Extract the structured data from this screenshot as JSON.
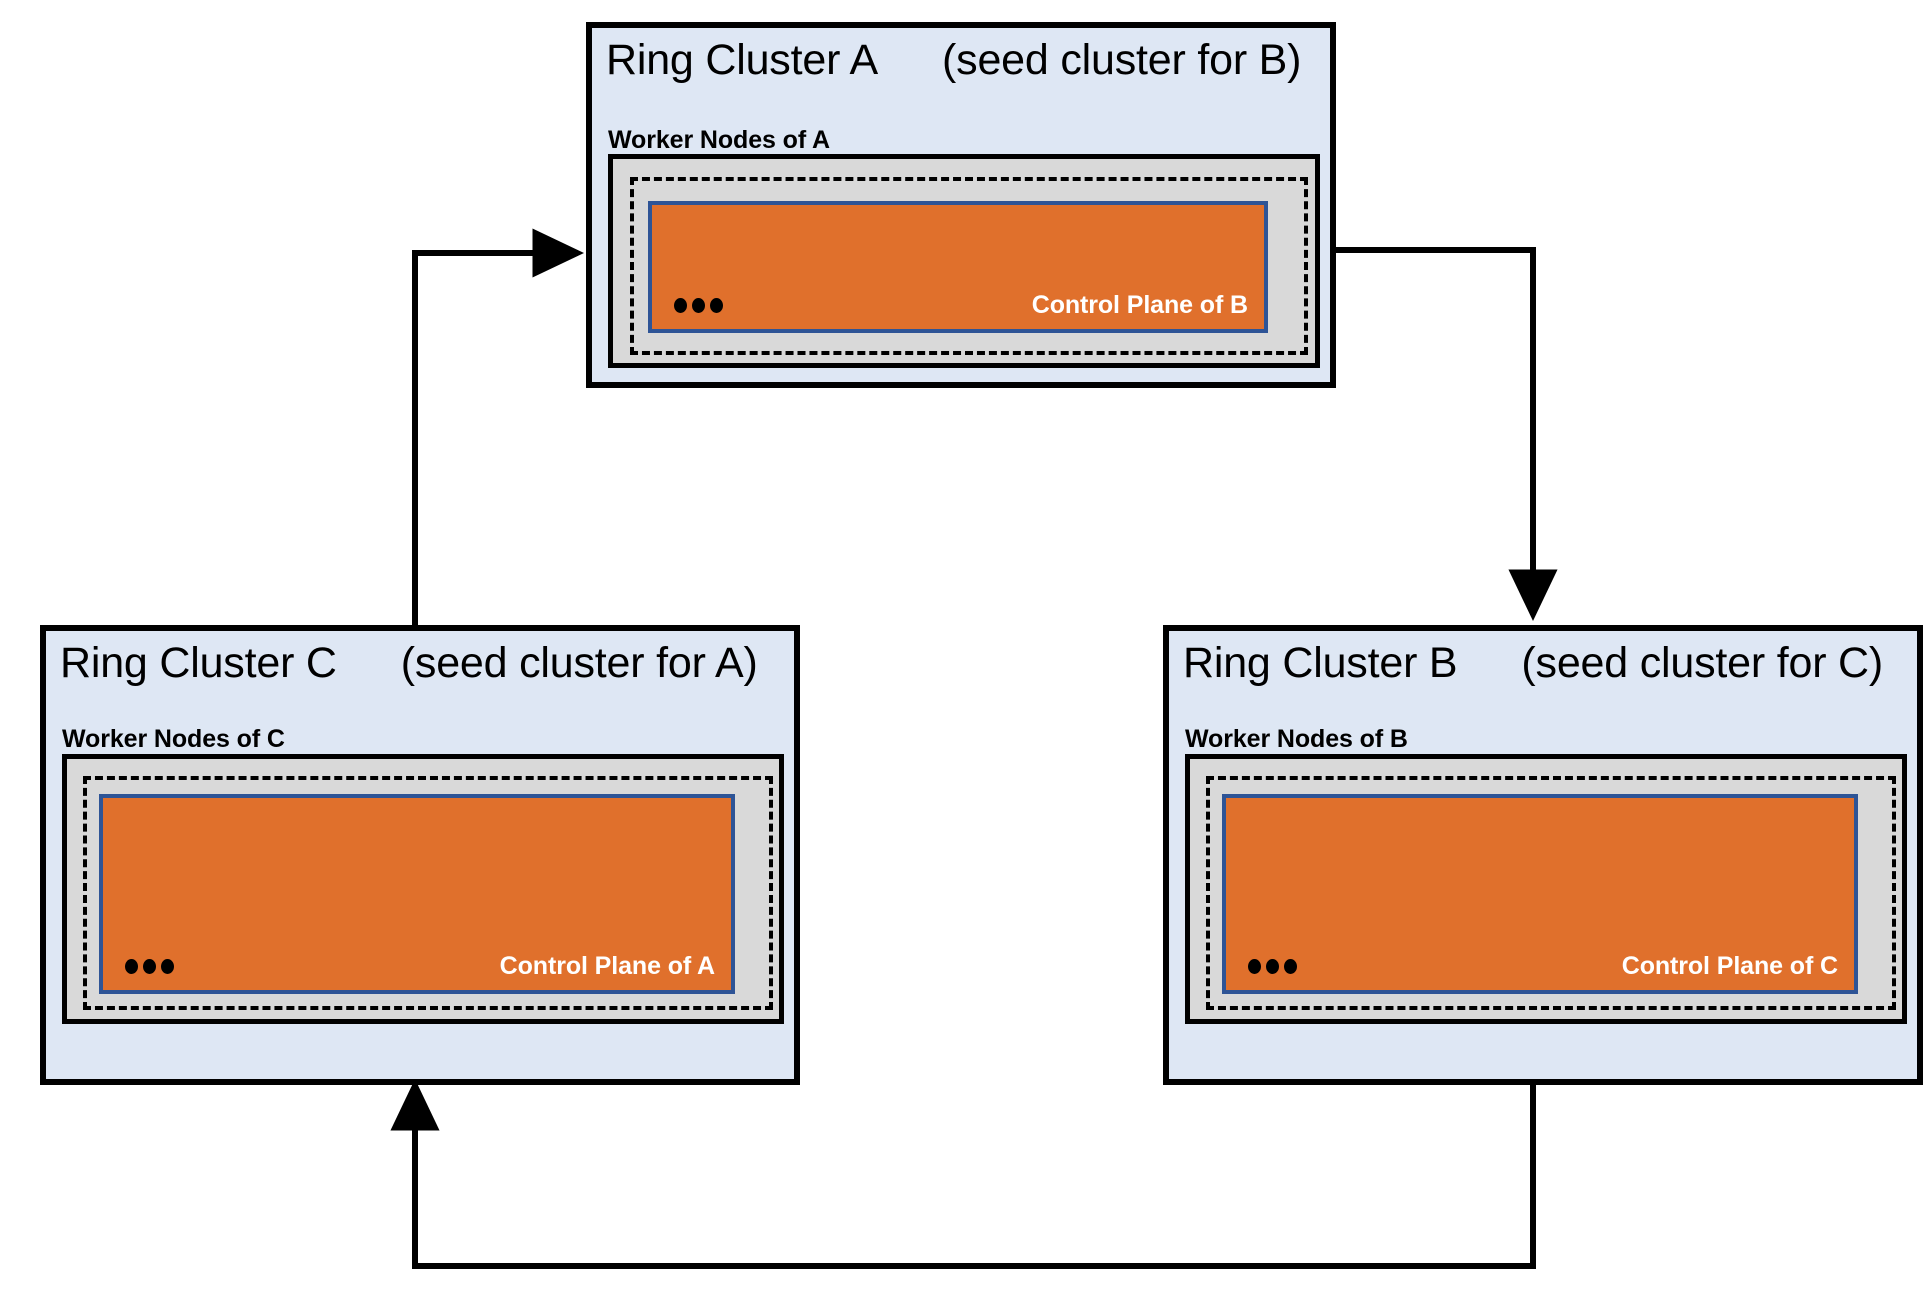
{
  "diagram": {
    "title_visible": false,
    "colors": {
      "cluster_background": "#DEE7F4",
      "worker_background": "#D9D9D9",
      "control_plane_fill": "#E0702C",
      "control_plane_border": "#2E5496",
      "outline": "#000000",
      "control_plane_text": "#FFFFFF"
    },
    "clusters": [
      {
        "id": "a",
        "name": "Ring Cluster A",
        "seed": "(seed cluster for B)",
        "worker_label": "Worker Nodes of A",
        "control_plane_label": "Control Plane of B",
        "ellipsis": "•••"
      },
      {
        "id": "c",
        "name": "Ring Cluster C",
        "seed": "(seed cluster for A)",
        "worker_label": "Worker Nodes of C",
        "control_plane_label": "Control Plane of A",
        "ellipsis": "•••"
      },
      {
        "id": "b",
        "name": "Ring Cluster B",
        "seed": "(seed cluster for C)",
        "worker_label": "Worker Nodes of B",
        "control_plane_label": "Control Plane of C",
        "ellipsis": "•••"
      }
    ],
    "connections": [
      {
        "id": "c-to-a",
        "from": "Ring Cluster C",
        "to": "Ring Cluster A",
        "direction": "up-right"
      },
      {
        "id": "a-to-b",
        "from": "Ring Cluster A",
        "to": "Ring Cluster B",
        "direction": "right-down"
      },
      {
        "id": "b-to-c",
        "from": "Ring Cluster B",
        "to": "Ring Cluster C",
        "direction": "down-left-up"
      }
    ]
  }
}
